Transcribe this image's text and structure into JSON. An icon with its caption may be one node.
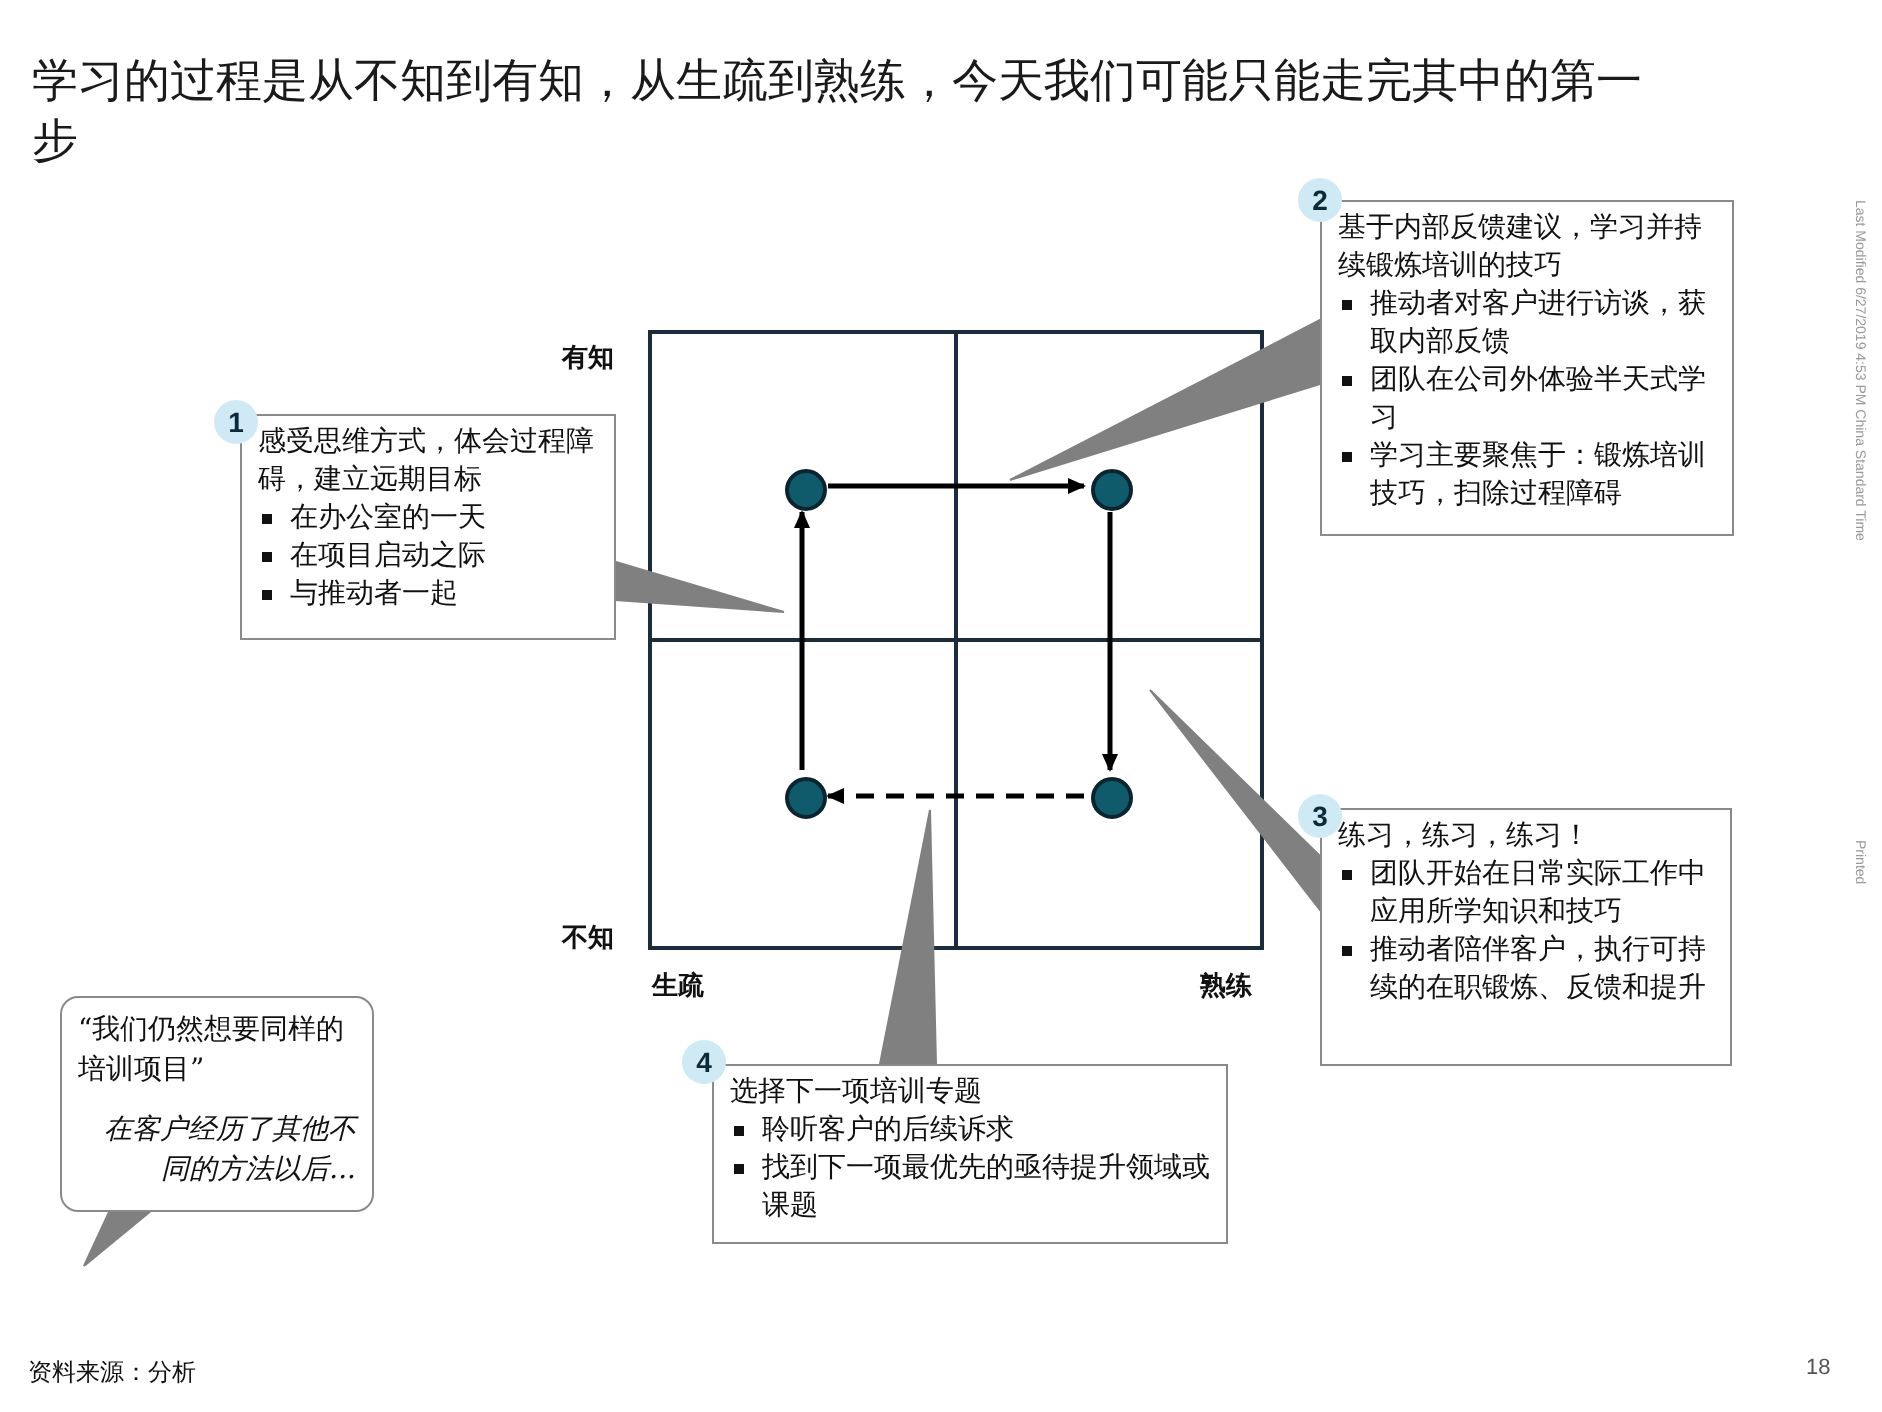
{
  "diagram": {
    "title": "学习的过程是从不知到有知，从生疏到熟练，今天我们可能只能走完其中的第一步",
    "nodes": [
      {
        "text": [],
        "shape": "box"
      },
      {
        "text": [],
        "shape": "box"
      },
      {
        "text": [],
        "shape": "box"
      },
      {
        "text": [],
        "shape": "box"
      },
      {
        "text": [],
        "shape": "circle",
        "in": 0
      },
      {
        "text": [],
        "shape": "circle",
        "in": 1
      },
      {
        "text": [],
        "shape": "circle",
        "in": 2
      },
      {
        "text": [],
        "shape": "circle",
        "in": 3
      },
      {
        "text": [
          "1"
        ]
      },
      {
        "text": [
          "感受思维方式，体会过程障碍，建立远期目标",
          "在办公室的一天",
          "在项目启动之际",
          "与推动者一起"
        ]
      },
      {
        "text": [
          "2"
        ]
      },
      {
        "text": [
          "基于内部反馈建议，学习并持续锻炼培训的技巧",
          "推动者对客户进行访谈，获取内部反馈",
          "团队在公司外体验半天式学习",
          "学习主要聚焦于：锻炼培训技巧，扫除过程障碍"
        ]
      },
      {
        "text": [
          "3"
        ]
      },
      {
        "text": [
          "练习，练习，练习！",
          "团队开始在日常实际工作中应用所学知识和技巧",
          "推动者陪伴客户，执行可持续的在职锻炼、反馈和提升"
        ]
      },
      {
        "text": [
          "4"
        ]
      },
      {
        "text": [
          "选择下一项培训专题",
          "聆听客户的后续诉求",
          "找到下一项最优先的亟待提升领域或课题"
        ]
      },
      {
        "text": [
          "“我们仍然想要同样的培训项目”",
          "在客户经历了其他不同的方法以后..."
        ]
      }
    ],
    "edges": [
      {
        "from": 4,
        "to": 5,
        "arrow": "to"
      },
      {
        "from": 5,
        "to": 7,
        "arrow": "to"
      },
      {
        "from": 7,
        "to": 6,
        "arrow": "to",
        "style": "dashed"
      },
      {
        "from": 6,
        "to": 4,
        "arrow": "to"
      },
      {
        "from": 9,
        "to": 0,
        "arrow": "none",
        "style": "thick",
        "color": "#808080"
      },
      {
        "from": 11,
        "to": 1,
        "arrow": "none",
        "style": "thick",
        "color": "#808080"
      },
      {
        "from": 13,
        "to": 3,
        "arrow": "none",
        "style": "thick",
        "color": "#808080"
      },
      {
        "from": 15,
        "to": 2,
        "arrow": "none",
        "style": "thick",
        "color": "#808080"
      },
      {
        "from": 16,
        "to": null,
        "arrow": "to",
        "style": "thick",
        "color": "#808080"
      }
    ],
    "labels": [
      "有知",
      "不知",
      "生疏",
      "熟练",
      "资料来源：分析",
      "Last Modified 6/27/2019 4:53 PM China Standard Time",
      "Printed",
      "18"
    ]
  }
}
